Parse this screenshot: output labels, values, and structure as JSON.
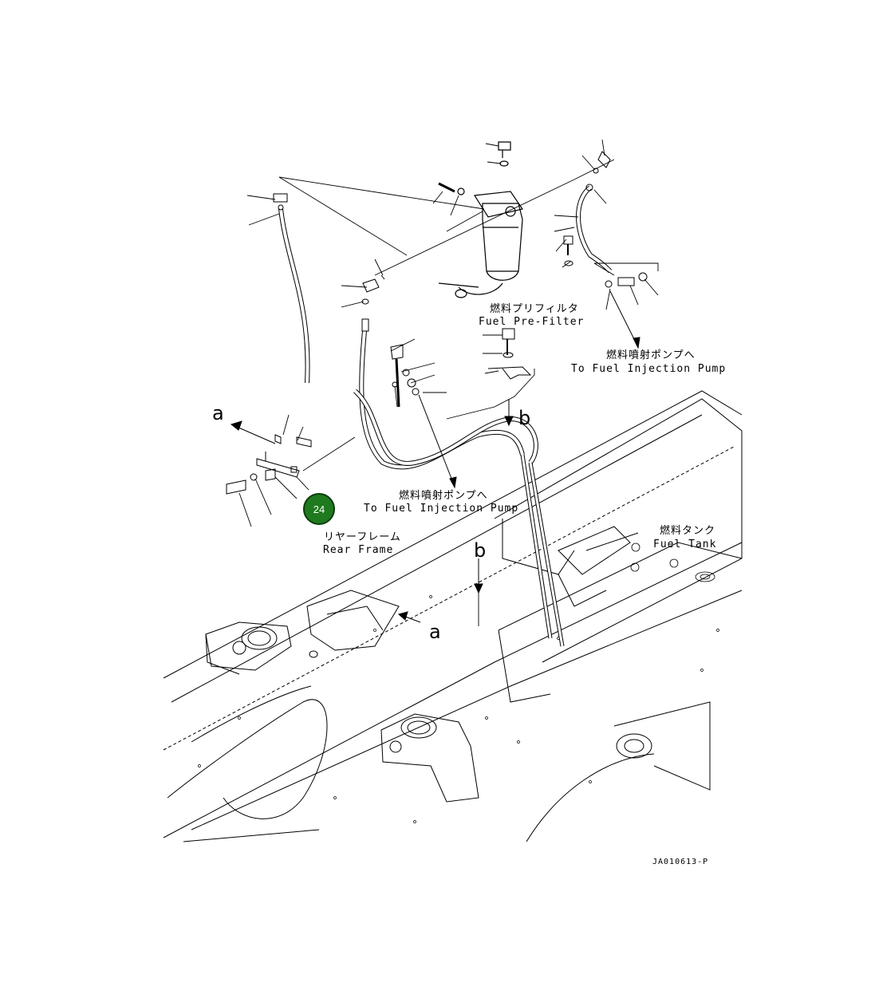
{
  "labels": {
    "prefilter_jp": "燃料プリフィルタ",
    "prefilter_en": "Fuel Pre-Filter",
    "injection_pump_upper_jp": "燃料噴射ポンプへ",
    "injection_pump_upper_en": "To Fuel Injection Pump",
    "injection_pump_lower_jp": "燃料噴射ポンプへ",
    "injection_pump_lower_en": "To Fuel Injection Pump",
    "rear_frame_jp": "リヤーフレーム",
    "rear_frame_en": "Rear Frame",
    "fuel_tank_jp": "燃料タンク",
    "fuel_tank_en": "Fuel Tank"
  },
  "view_markers": {
    "a_left": "a",
    "a_frame": "a",
    "b_upper": "b",
    "b_lower": "b"
  },
  "callouts": [
    {
      "number": "24",
      "color": "#1f7a1f"
    }
  ],
  "drawing_number": "JA010613-P"
}
